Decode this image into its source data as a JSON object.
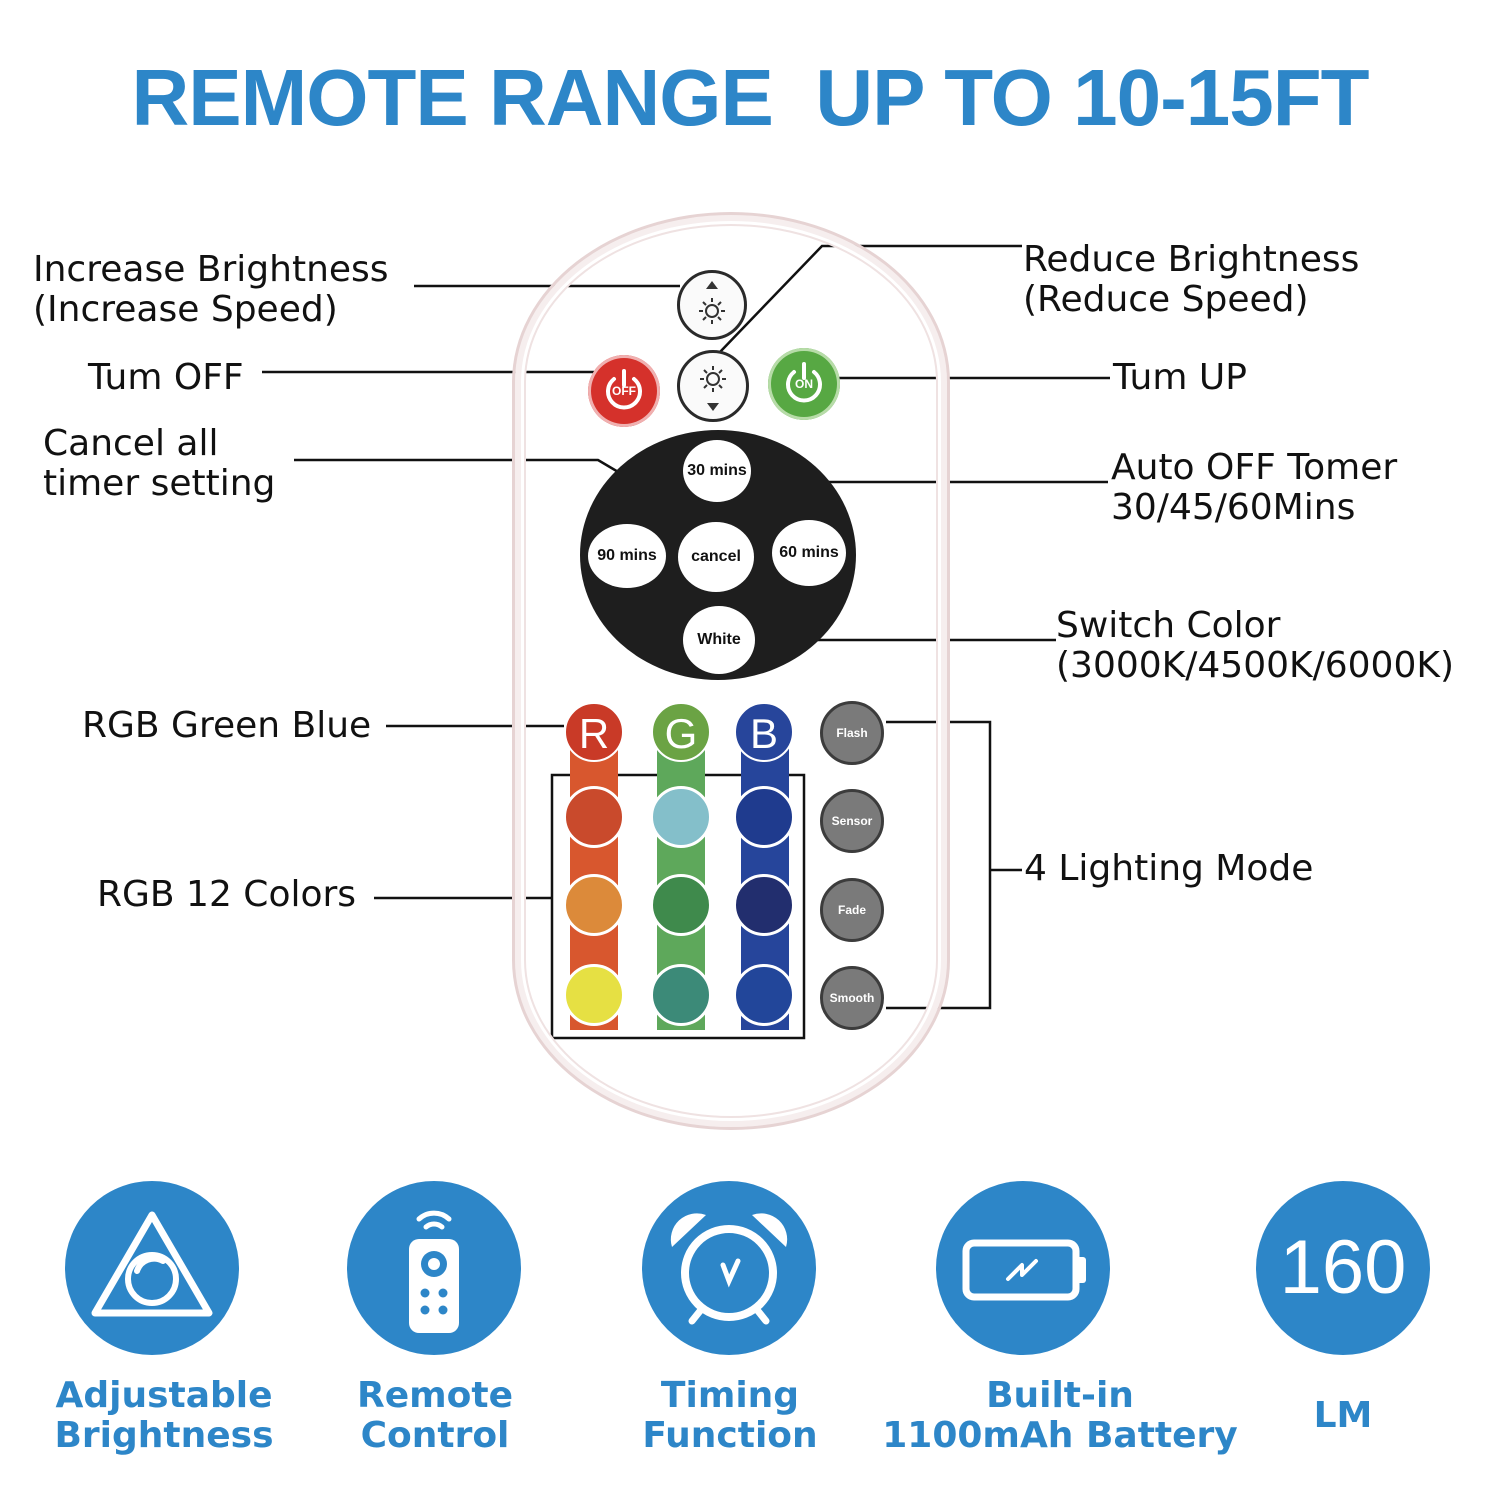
{
  "headline": "REMOTE RANGE  UP TO 10-15FT",
  "labels": {
    "increase_brightness": [
      "Increase Brightness",
      "(Increase Speed)"
    ],
    "reduce_brightness": [
      "Reduce Brightness",
      "(Reduce Speed)"
    ],
    "turn_off": "Tum OFF",
    "turn_up": "Tum UP",
    "cancel_timer": [
      "Cancel all",
      "timer setting"
    ],
    "auto_off": [
      "Auto OFF Tomer",
      "30/45/60Mins"
    ],
    "switch_color": [
      "Switch Color",
      "(3000K/4500K/6000K)"
    ],
    "rgb": "RGB Green Blue",
    "rgb12": "RGB 12 Colors",
    "modes": "4 Lighting Mode"
  },
  "remote": {
    "off_label": "OFF",
    "on_label": "ON",
    "timer_buttons": {
      "t30": "30 mins",
      "t60": "60 mins",
      "t90": "90 mins",
      "cancel": "cancel",
      "white": "White"
    },
    "rgb_heads": [
      {
        "label": "R",
        "color": "#c93a27"
      },
      {
        "label": "G",
        "color": "#6ba344"
      },
      {
        "label": "B",
        "color": "#27459b"
      }
    ],
    "swatches": [
      [
        "#c94a2c",
        "#84bfca",
        "#1f3b8e"
      ],
      [
        "#dc8a3a",
        "#3f8a4c",
        "#222e6e"
      ],
      [
        "#e6e043",
        "#3c8a78",
        "#22469a"
      ]
    ],
    "mode_buttons": [
      "Flash",
      "Sensor",
      "Fade",
      "Smooth"
    ]
  },
  "features": [
    {
      "icon": "adjustable-brightness-icon",
      "caption": [
        "Adjustable",
        "Brightness"
      ]
    },
    {
      "icon": "remote-control-icon",
      "caption": [
        "Remote",
        "Control"
      ]
    },
    {
      "icon": "alarm-clock-icon",
      "caption": [
        "Timing",
        "Function"
      ]
    },
    {
      "icon": "battery-icon",
      "caption": [
        "Built-in",
        "1100mAh Battery"
      ]
    },
    {
      "icon": "lumen-icon",
      "value": "160",
      "caption": [
        "LM"
      ]
    }
  ],
  "colors": {
    "brand_blue": "#2d86c8",
    "off_red": "#d5312b",
    "on_green": "#57a843"
  }
}
